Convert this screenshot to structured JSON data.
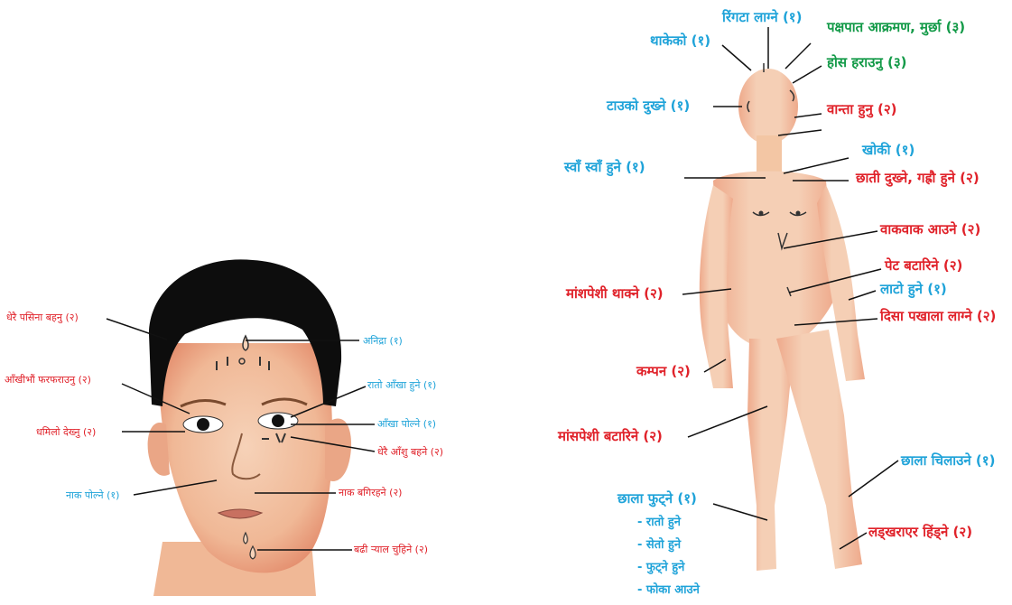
{
  "colors": {
    "red": "#e0222a",
    "blue": "#1fa3d9",
    "green": "#139a48",
    "skin": "#f3c6a4",
    "hair": "#0d0d0d"
  },
  "face": {
    "labels": [
      {
        "id": "sweat",
        "text": "धेरै पसिना बहनु (२)",
        "color": "red"
      },
      {
        "id": "insomnia",
        "text": "अनिद्रा (१)",
        "color": "blue"
      },
      {
        "id": "eyelid",
        "text": "आँखीभौं फरफराउनु (२)",
        "color": "red"
      },
      {
        "id": "red-eye",
        "text": "रातो आँखा हुने (१)",
        "color": "blue"
      },
      {
        "id": "blurred",
        "text": "धमिलो देख्नु (२)",
        "color": "red"
      },
      {
        "id": "eye-burn",
        "text": "आँखा पोल्ने (१)",
        "color": "blue"
      },
      {
        "id": "tears",
        "text": "धेरै आँशु बहने (२)",
        "color": "red"
      },
      {
        "id": "nose-burn",
        "text": "नाक पोल्ने (१)",
        "color": "blue"
      },
      {
        "id": "runny-nose",
        "text": "नाक बगिरहने (२)",
        "color": "red"
      },
      {
        "id": "drool",
        "text": "बढी र्‍याल चुहिने (२)",
        "color": "red"
      }
    ]
  },
  "body": {
    "labels": [
      {
        "id": "tingling",
        "text": "रिंगटा लाग्ने (१)",
        "color": "blue"
      },
      {
        "id": "paralysis",
        "text": "पक्षपात आक्रमण, मुर्छा (३)",
        "color": "green"
      },
      {
        "id": "tired",
        "text": "थाकेको (१)",
        "color": "blue"
      },
      {
        "id": "unconscious",
        "text": "होस हराउनु (३)",
        "color": "green"
      },
      {
        "id": "headache",
        "text": "टाउको दुख्ने (१)",
        "color": "blue"
      },
      {
        "id": "vomit",
        "text": "वान्ता हुनु (२)",
        "color": "red"
      },
      {
        "id": "cough",
        "text": "खोकी (१)",
        "color": "blue"
      },
      {
        "id": "wheeze",
        "text": "स्वाँ स्वाँ हुने (१)",
        "color": "blue"
      },
      {
        "id": "chest-pain",
        "text": "छाती दुख्ने, गह्रौ हुने (२)",
        "color": "red"
      },
      {
        "id": "nausea",
        "text": "वाकवाक आउने (२)",
        "color": "red"
      },
      {
        "id": "abdominal",
        "text": "पेट बटारिने (२)",
        "color": "red"
      },
      {
        "id": "muscle-tired",
        "text": "मांशपेशी थाक्ने (२)",
        "color": "red"
      },
      {
        "id": "numb",
        "text": "लाटो हुने (१)",
        "color": "blue"
      },
      {
        "id": "diarrhea",
        "text": "दिसा पखाला लाग्ने (२)",
        "color": "red"
      },
      {
        "id": "tremor",
        "text": "कम्पन (२)",
        "color": "red"
      },
      {
        "id": "cramp",
        "text": "मांसपेशी बटारिने (२)",
        "color": "red"
      },
      {
        "id": "itch",
        "text": "छाला चिलाउने (१)",
        "color": "blue"
      },
      {
        "id": "blister",
        "text": "छाला फुट्ने (१)",
        "color": "blue"
      },
      {
        "id": "stagger",
        "text": "लड्खराएर हिंड्ने (२)",
        "color": "red"
      }
    ],
    "blister_sub": [
      "- रातो हुने",
      "- सेतो हुने",
      "- फुट्ने हुने",
      "- फोका आउने"
    ]
  }
}
